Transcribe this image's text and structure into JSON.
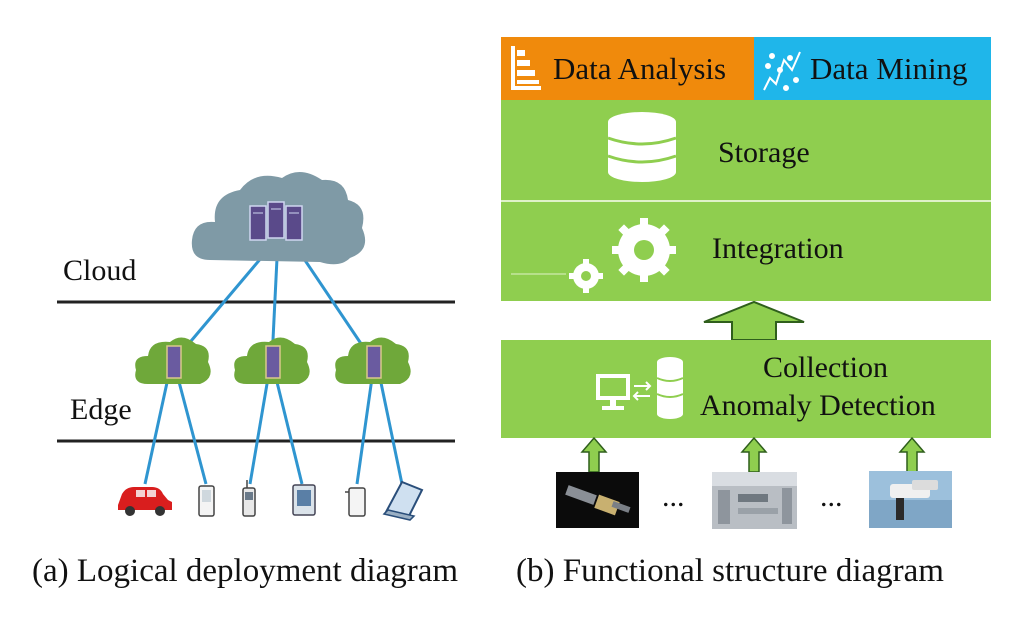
{
  "left_panel": {
    "cloud_label": "Cloud",
    "edge_label": "Edge",
    "caption": "(a)  Logical deployment diagram"
  },
  "right_panel": {
    "top_left_label": "Data Analysis",
    "top_right_label": "Data Mining",
    "storage_label": "Storage",
    "integration_label": "Integration",
    "collection_label": "Collection",
    "anomaly_label": "Anomaly Detection",
    "ellipsis_1": "...",
    "ellipsis_2": "...",
    "caption": "(b)  Functional structure diagram"
  },
  "colors": {
    "green": "#8fce4f",
    "orange": "#f08a0c",
    "blue": "#1fb6ea",
    "cloud_gray": "#7f9aa6",
    "edge_cloud_green": "#6fa83a",
    "link_blue": "#2f95d0",
    "line_black": "#222222"
  }
}
